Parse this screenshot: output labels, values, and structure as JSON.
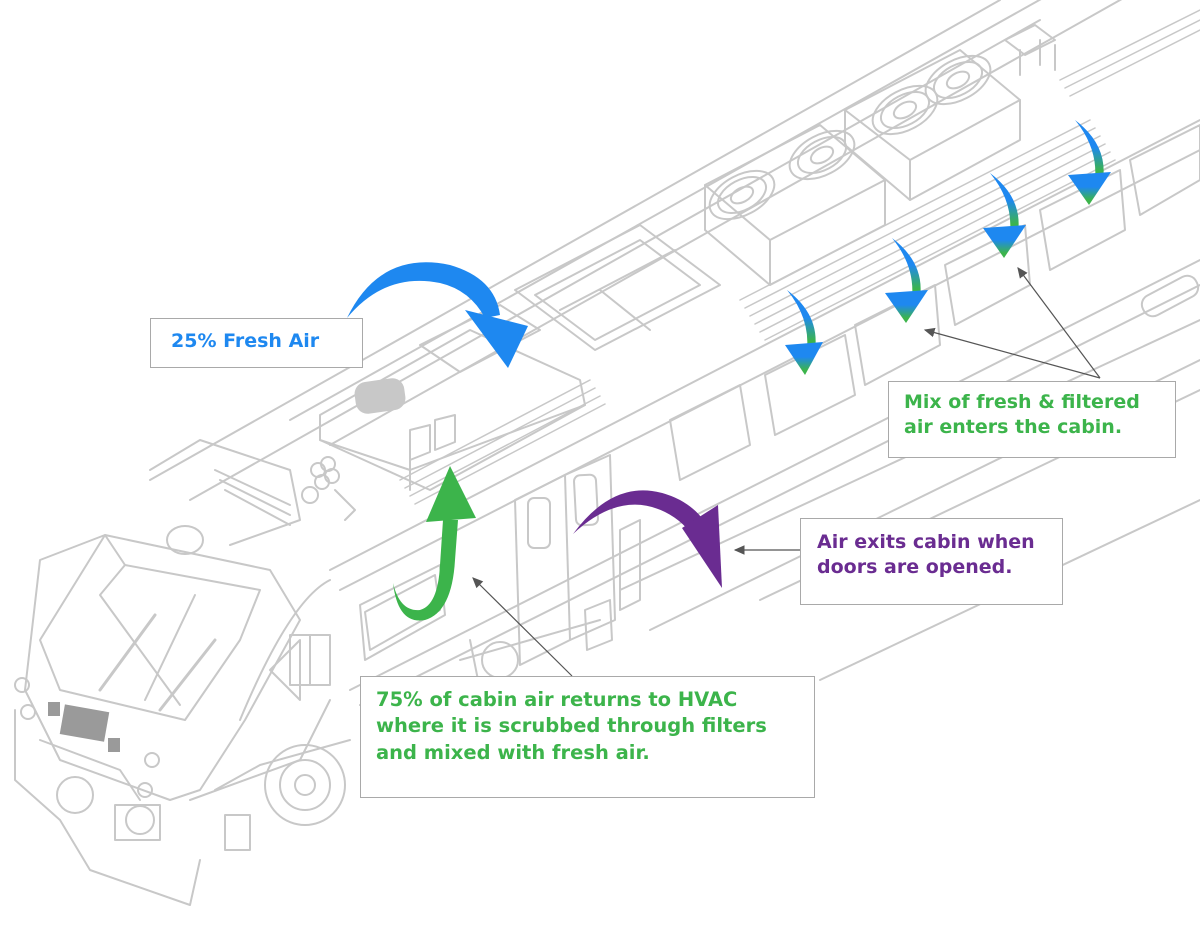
{
  "diagram": {
    "title": "Train cabin HVAC airflow",
    "colors": {
      "fresh_air": "#1e88f0",
      "return_air": "#3cb44b",
      "exit_air": "#6a2c91",
      "linework": "#c8c8c8",
      "leader": "#555555",
      "callout_border": "#a9a9a9"
    },
    "callouts": {
      "fresh_air": {
        "lines": [
          "25% Fresh Air"
        ]
      },
      "mixed_air": {
        "lines": [
          "Mix of fresh & filtered",
          "air enters the cabin."
        ]
      },
      "exit_air": {
        "lines": [
          "Air exits cabin when",
          "doors are opened."
        ]
      },
      "return_air": {
        "lines": [
          "75% of cabin air returns to HVAC",
          "where it is scrubbed through filters",
          "and mixed with fresh air."
        ]
      }
    },
    "arrows": {
      "fresh_air_in": "curved-arrow-down-icon",
      "return_air_up": "curved-arrow-up-icon",
      "exit_air_out": "curved-arrow-down-icon",
      "mixed_air_vents": [
        "vent-arrow-icon",
        "vent-arrow-icon",
        "vent-arrow-icon",
        "vent-arrow-icon"
      ]
    }
  }
}
